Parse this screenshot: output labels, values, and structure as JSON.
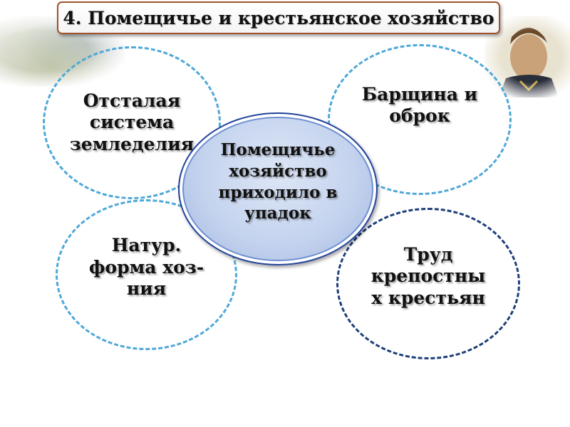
{
  "slide": {
    "title": "4. Помещичье и крестьянское хозяйство"
  },
  "diagram": {
    "center": {
      "lines": [
        "Помещичье",
        "хозяйство",
        "приходило в",
        "упадок"
      ]
    },
    "nodes": [
      {
        "id": "top-left",
        "lines": [
          "Отсталая",
          "система",
          "земледелия"
        ]
      },
      {
        "id": "top-right",
        "lines": [
          "Барщина и",
          "оброк"
        ]
      },
      {
        "id": "bottom-left",
        "lines": [
          "Натур.",
          "форма хоз-",
          "ния"
        ]
      },
      {
        "id": "bottom-right",
        "lines": [
          "Труд",
          "крепостны",
          "х крестьян"
        ]
      }
    ]
  },
  "colors": {
    "title_border": "#a0522d",
    "dashed_light": "#4fa8d8",
    "dashed_dark": "#1f3f7a",
    "center_fill": "#c4d3ee",
    "center_border": "#22439a"
  }
}
